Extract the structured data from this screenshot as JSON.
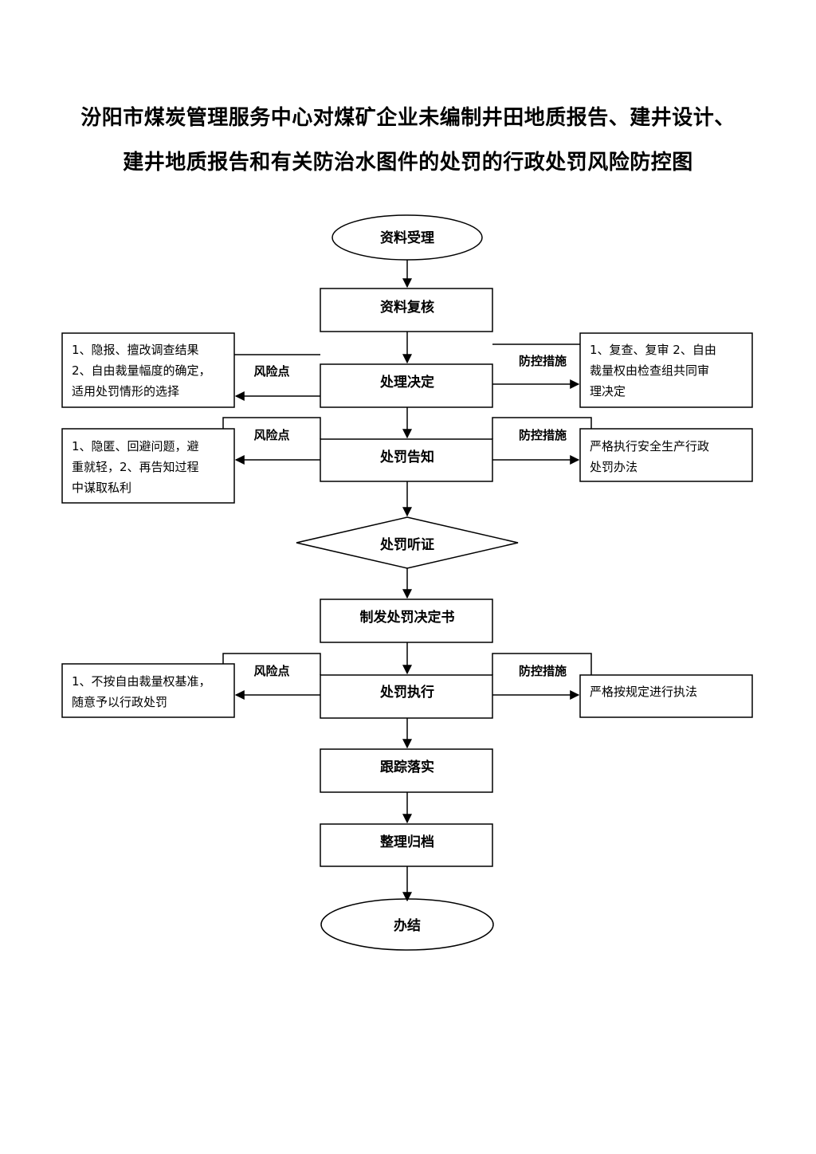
{
  "title": {
    "line1": "汾阳市煤炭管理服务中心对煤矿企业未编制井田地质报告、建井设计、",
    "line2": "建井地质报告和有关防治水图件的处罚的行政处罚风险防控图"
  },
  "flow": {
    "start": "资料受理",
    "review": "资料复核",
    "decision": "处理决定",
    "notify": "处罚告知",
    "hearing": "处罚听证",
    "issue": "制发处罚决定书",
    "execute": "处罚执行",
    "track": "跟踪落实",
    "archive": "整理归档",
    "end": "办结"
  },
  "risk_label": "风险点",
  "control_label": "防控措施",
  "risks": {
    "decision": [
      "1、隐报、擅改调查结果",
      "2、自由裁量幅度的确定，",
      "适用处罚情形的选择"
    ],
    "notify": [
      "1、隐匿、回避问题，避",
      "重就轻，2、再告知过程",
      "中谋取私利"
    ],
    "execute": [
      "1、不按自由裁量权基准，",
      "随意予以行政处罚"
    ]
  },
  "controls": {
    "decision": [
      "1、复查、复审 2、自由",
      "裁量权由检查组共同审",
      "理决定"
    ],
    "notify": [
      "严格执行安全生产行政",
      "处罚办法"
    ],
    "execute": [
      "严格按规定进行执法"
    ]
  }
}
